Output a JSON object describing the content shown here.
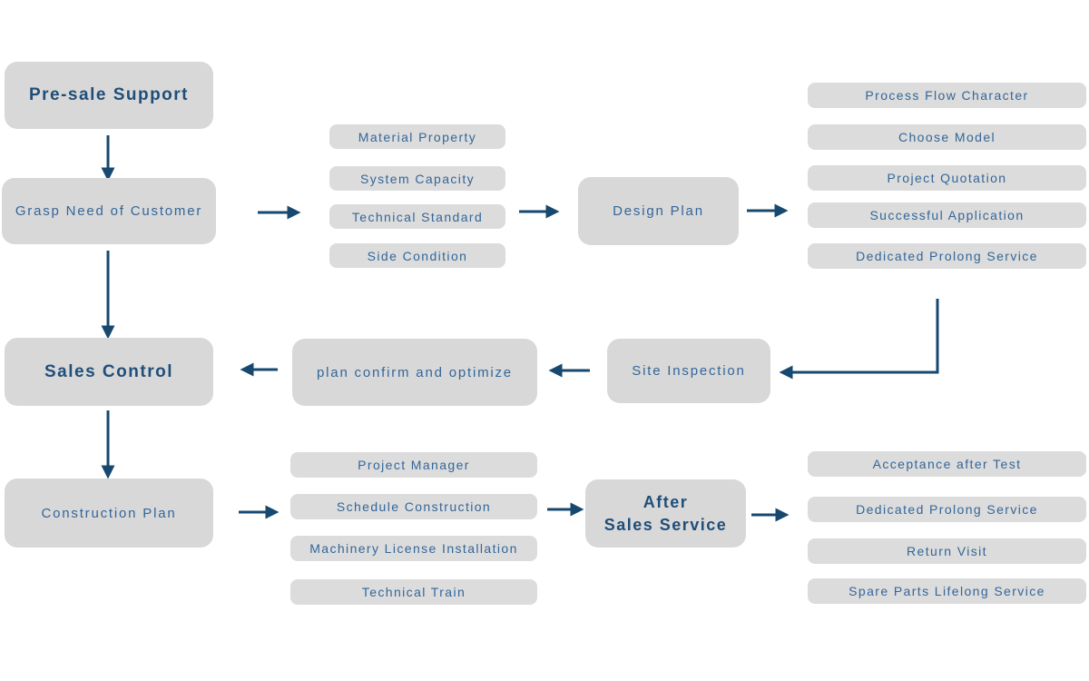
{
  "colors": {
    "box_bg": "#d8d8d8",
    "pill_bg": "#dcdcdc",
    "header_text": "#1f4e79",
    "label_text": "#336699",
    "arrow": "#17486f",
    "canvas_bg": "#ffffff"
  },
  "nodes": {
    "pre_sale_support": "Pre-sale Support",
    "grasp_need": "Grasp Need of Customer",
    "design_plan": "Design Plan",
    "sales_control": "Sales Control",
    "plan_confirm": "plan confirm and optimize",
    "site_inspection": "Site Inspection",
    "construction_plan": "Construction Plan",
    "after_sales_line1": "After",
    "after_sales_line2": "Sales Service"
  },
  "lists": {
    "design_inputs": {
      "items": [
        "Material Property",
        "System Capacity",
        "Technical Standard",
        "Side Condition"
      ]
    },
    "design_outputs": {
      "items": [
        "Process Flow Character",
        "Choose Model",
        "Project Quotation",
        "Successful Application",
        "Dedicated Prolong Service"
      ]
    },
    "construction_items": {
      "items": [
        "Project Manager",
        "Schedule Construction",
        "Machinery License Installation",
        "Technical Train"
      ]
    },
    "after_sales_items": {
      "items": [
        "Acceptance after Test",
        "Dedicated Prolong Service",
        "Return Visit",
        "Spare Parts Lifelong Service"
      ]
    }
  }
}
